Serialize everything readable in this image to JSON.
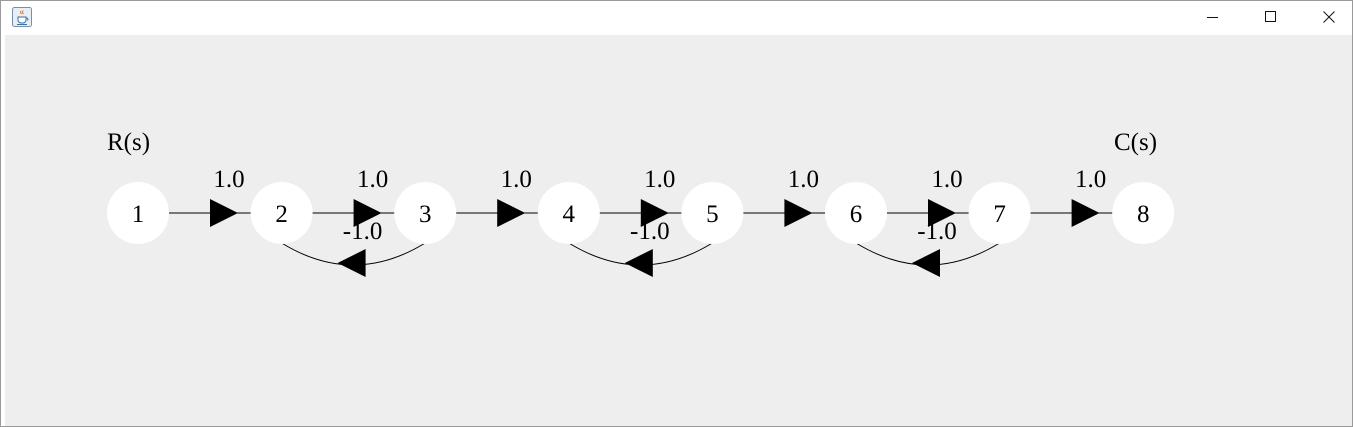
{
  "window": {
    "app_icon": "java-cup-icon",
    "controls": [
      "minimize-icon",
      "maximize-icon",
      "close-icon"
    ]
  },
  "graph": {
    "input_label": "R(s)",
    "output_label": "C(s)",
    "nodes": [
      "1",
      "2",
      "3",
      "4",
      "5",
      "6",
      "7",
      "8"
    ],
    "forward_gains": [
      "1.0",
      "1.0",
      "1.0",
      "1.0",
      "1.0",
      "1.0",
      "1.0"
    ],
    "feedback": [
      {
        "from": "3",
        "to": "2",
        "gain": "-1.0"
      },
      {
        "from": "5",
        "to": "4",
        "gain": "-1.0"
      },
      {
        "from": "7",
        "to": "6",
        "gain": "-1.0"
      }
    ],
    "colors": {
      "background": "#eeeeee",
      "node_fill": "#ffffff",
      "edge": "#000000"
    }
  }
}
